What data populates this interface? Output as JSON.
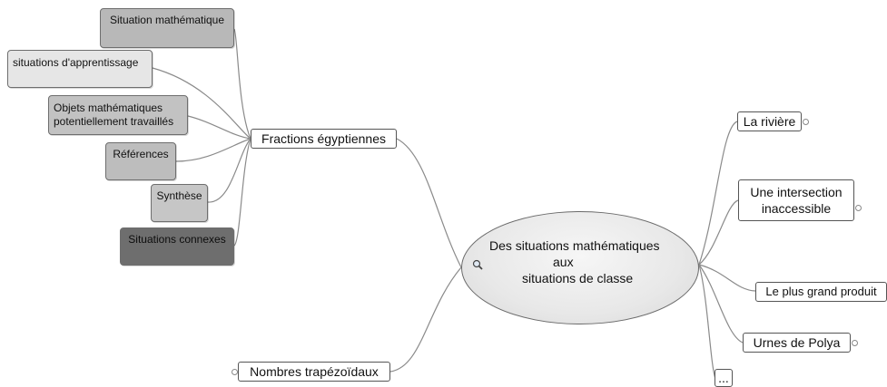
{
  "central_topic": {
    "line1": "Des situations mathématiques",
    "line2": "aux",
    "line3": "situations de classe"
  },
  "left_branches": {
    "fractions": {
      "label": "Fractions égyptiennes",
      "subtopics": [
        {
          "label": "Situation mathématique",
          "color": "#b8b8b8"
        },
        {
          "label": "situations d'apprentissage",
          "color": "#e6e6e6"
        },
        {
          "label": "Objets mathématiques\npotentiellement travaillés",
          "color": "#c2c2c2"
        },
        {
          "label": "Références",
          "color": "#bdbdbd"
        },
        {
          "label": "Synthèse",
          "color": "#c6c6c6"
        },
        {
          "label": "Situations connexes",
          "color": "#6e6e6e"
        }
      ]
    },
    "trapezoidaux": {
      "label": "Nombres trapézoïdaux"
    }
  },
  "right_branches": [
    {
      "label": "La rivière"
    },
    {
      "label": "Une intersection\ninaccessible"
    },
    {
      "label": "Le plus grand produit"
    },
    {
      "label": "Urnes de Polya"
    },
    {
      "label": "..."
    }
  ]
}
